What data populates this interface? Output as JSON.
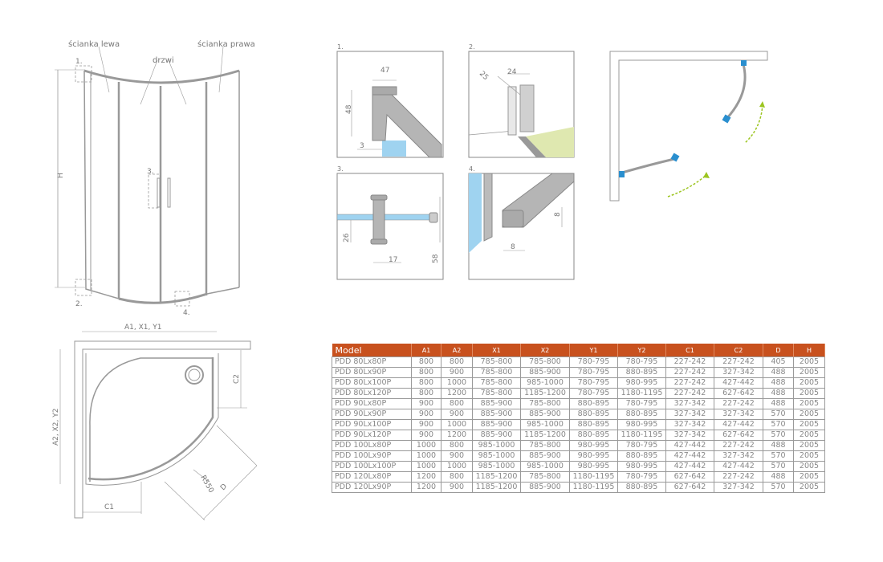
{
  "front_view": {
    "label_left_wall": "ścianka lewa",
    "label_right_wall": "ścianka prawa",
    "label_doors": "drzwi",
    "label_height": "H",
    "callouts": [
      "1.",
      "2.",
      "3.",
      "4."
    ]
  },
  "details": [
    {
      "number": "1.",
      "dims": [
        "47",
        "48",
        "3"
      ]
    },
    {
      "number": "2.",
      "dims": [
        "25",
        "24"
      ]
    },
    {
      "number": "3.",
      "dims": [
        "26",
        "17",
        "58"
      ]
    },
    {
      "number": "4.",
      "dims": [
        "8",
        "8"
      ]
    }
  ],
  "plan_view": {
    "top_dim": "A1, X1, Y1",
    "side_dim": "A2, X2, Y2",
    "c1": "C1",
    "c2": "C2",
    "radius": "R550",
    "diagonal": "D"
  },
  "colors": {
    "header": "#c8511e",
    "glass": "#9fd3f0",
    "floor": "#dfe8b0",
    "arrow": "#9cc520",
    "clip": "#2a8fcf"
  },
  "table": {
    "headers": [
      "Model",
      "A1",
      "A2",
      "X1",
      "X2",
      "Y1",
      "Y2",
      "C1",
      "C2",
      "D",
      "H"
    ],
    "rows": [
      [
        "PDD 80Lx80P",
        "800",
        "800",
        "785-800",
        "785-800",
        "780-795",
        "780-795",
        "227-242",
        "227-242",
        "405",
        "2005"
      ],
      [
        "PDD 80Lx90P",
        "800",
        "900",
        "785-800",
        "885-900",
        "780-795",
        "880-895",
        "227-242",
        "327-342",
        "488",
        "2005"
      ],
      [
        "PDD 80Lx100P",
        "800",
        "1000",
        "785-800",
        "985-1000",
        "780-795",
        "980-995",
        "227-242",
        "427-442",
        "488",
        "2005"
      ],
      [
        "PDD 80Lx120P",
        "800",
        "1200",
        "785-800",
        "1185-1200",
        "780-795",
        "1180-1195",
        "227-242",
        "627-642",
        "488",
        "2005"
      ],
      [
        "PDD 90Lx80P",
        "900",
        "800",
        "885-900",
        "785-800",
        "880-895",
        "780-795",
        "327-342",
        "227-242",
        "488",
        "2005"
      ],
      [
        "PDD 90Lx90P",
        "900",
        "900",
        "885-900",
        "885-900",
        "880-895",
        "880-895",
        "327-342",
        "327-342",
        "570",
        "2005"
      ],
      [
        "PDD 90Lx100P",
        "900",
        "1000",
        "885-900",
        "985-1000",
        "880-895",
        "980-995",
        "327-342",
        "427-442",
        "570",
        "2005"
      ],
      [
        "PDD 90Lx120P",
        "900",
        "1200",
        "885-900",
        "1185-1200",
        "880-895",
        "1180-1195",
        "327-342",
        "627-642",
        "570",
        "2005"
      ],
      [
        "PDD 100Lx80P",
        "1000",
        "800",
        "985-1000",
        "785-800",
        "980-995",
        "780-795",
        "427-442",
        "227-242",
        "488",
        "2005"
      ],
      [
        "PDD 100Lx90P",
        "1000",
        "900",
        "985-1000",
        "885-900",
        "980-995",
        "880-895",
        "427-442",
        "327-342",
        "570",
        "2005"
      ],
      [
        "PDD 100Lx100P",
        "1000",
        "1000",
        "985-1000",
        "985-1000",
        "980-995",
        "980-995",
        "427-442",
        "427-442",
        "570",
        "2005"
      ],
      [
        "PDD 120Lx80P",
        "1200",
        "800",
        "1185-1200",
        "785-800",
        "1180-1195",
        "780-795",
        "627-642",
        "227-242",
        "488",
        "2005"
      ],
      [
        "PDD 120Lx90P",
        "1200",
        "900",
        "1185-1200",
        "885-900",
        "1180-1195",
        "880-895",
        "627-642",
        "327-342",
        "570",
        "2005"
      ]
    ]
  }
}
